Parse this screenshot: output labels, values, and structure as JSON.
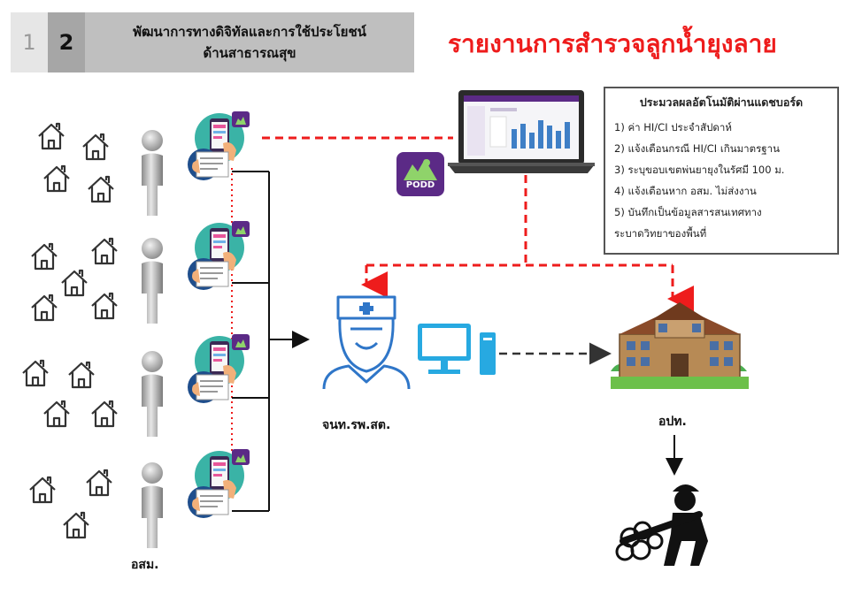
{
  "header": {
    "step_inactive": "1",
    "step_active": "2",
    "title_line1": "พัฒนาการทางดิจิทัลและการใช้ประโยชน์",
    "title_line2": "ด้านสาธารณสุข"
  },
  "main_title": "รายงานการสำรวจลูกน้ำยุงลาย",
  "app_logo_text": "PODD",
  "info_box": {
    "title": "ประมวลผลอัตโนมัติผ่านแดชบอร์ด",
    "items": [
      "1) ค่า HI/CI ประจำสัปดาห์",
      "2) แจ้งเตือนกรณี HI/CI เกินมาตรฐาน",
      "3) ระบุขอบเขตพ่นยายุงในรัศมี  100 ม.",
      "4) แจ้งเตือนหาก อสม. ไม่ส่งงาน",
      "5) บันทึกเป็นข้อมูลสารสนเทศทาง",
      "ระบาดวิทยาของพื้นที่"
    ]
  },
  "labels": {
    "volunteer": "อสม.",
    "health_officer": "จนท.รพ.สต.",
    "local_admin": "อปท."
  },
  "colors": {
    "alert_red": "#ee1c1c",
    "phone_circle": "#3ab3a6",
    "podd_purple": "#5b2a86",
    "outline_blue": "#2f76c8",
    "monitor_blue": "#27a9e1"
  }
}
